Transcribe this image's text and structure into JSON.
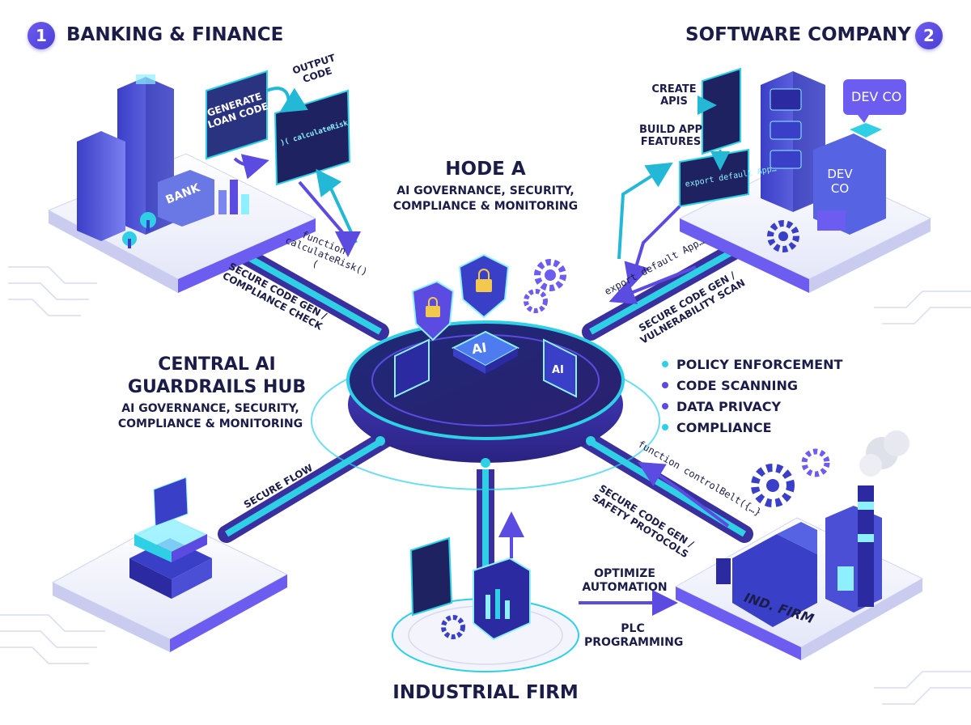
{
  "colors": {
    "accent": "#5b4be0",
    "cyan": "#2fd0e6",
    "dark": "#1b1d48",
    "platform": "#eef0fb",
    "purple": "#6d5cf0",
    "teal": "#22b8d6"
  },
  "banking": {
    "badge": "1",
    "title": "BANKING & FINANCE",
    "generate_label": "GENERATE LOAN CODE",
    "output_label": "OUTPUT CODE",
    "bank_sign": "BANK",
    "function_label": "function calculateRisk()(",
    "beam_label": "SECURE CODE GEN / COMPLIANCE CHECK",
    "icon": "bank-building-icon"
  },
  "software": {
    "badge": "2",
    "title": "SOFTWARE COMPANY",
    "create_label": "CREATE APIS",
    "build_label": "BUILD APP FEATURES",
    "screen_code": "export default App…",
    "export_label": "export default App…",
    "beam_label": "SECURE CODE GEN / VULNERABILITY SCAN",
    "dev_sign_top": "DEV CO",
    "dev_sign_side": "DEV CO",
    "icon": "server-tower-icon"
  },
  "hub": {
    "title_top": "HODE A",
    "subtitle_top": "AI GOVERNANCE, SECURITY, COMPLIANCE & MONITORING",
    "title_left": "CENTRAL AI GUARDRAILS HUB",
    "subtitle_left": "AI GOVERNANCE, SECURITY, COMPLIANCE & MONITORING",
    "chip_label": "AI",
    "side_chip_label": "AI",
    "icon": "ai-chip-icon"
  },
  "features": [
    {
      "label": "POLICY ENFORCEMENT",
      "color": "#2fd0e6"
    },
    {
      "label": "CODE SCANNING",
      "color": "#5b4be0"
    },
    {
      "label": "DATA PRIVACY",
      "color": "#5b4be0"
    },
    {
      "label": "COMPLIANCE",
      "color": "#2fd0e6"
    }
  ],
  "dev_node": {
    "beam_label": "SECURE FLOW",
    "icon": "laptop-stack-icon"
  },
  "industrial": {
    "title": "INDUSTRIAL FIRM",
    "optimize_label": "OPTIMIZE AUTOMATION",
    "plc_label": "PLC PROGRAMMING",
    "factory_label": "IND. FIRM",
    "function_label": "function controlBelt({…}",
    "beam_label": "SECURE CODE GEN / SAFETY PROTOCOLS",
    "icon": "factory-icon"
  }
}
